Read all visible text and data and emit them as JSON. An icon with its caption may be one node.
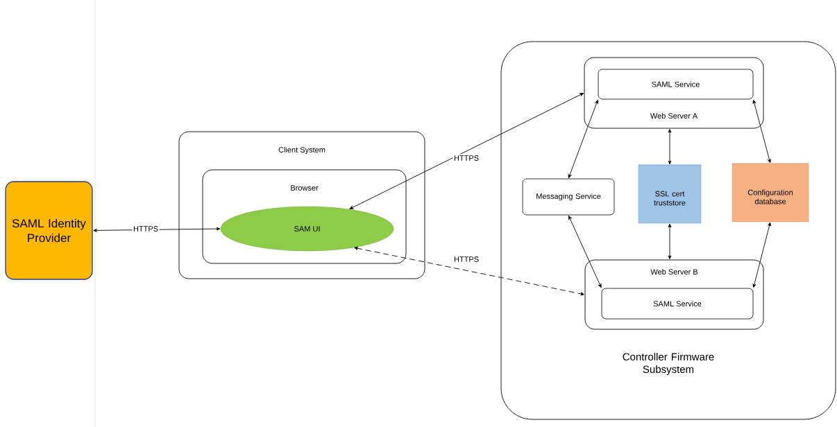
{
  "diagram": {
    "nodes": [
      {
        "text": [
          "SAML Identity Provider"
        ]
      },
      {
        "text": [
          "Client System"
        ]
      },
      {
        "text": [
          "Browser"
        ],
        "in": 1
      },
      {
        "text": [
          "SAM UI"
        ],
        "in": 2
      },
      {
        "text": [
          "Controller Firmware Subsystem"
        ]
      },
      {
        "text": [
          "Web Server A"
        ],
        "in": 4
      },
      {
        "text": [
          "SAML Service"
        ],
        "in": 5
      },
      {
        "text": [
          "Messaging Service"
        ],
        "in": 4
      },
      {
        "text": [
          "SSL cert truststore"
        ],
        "in": 4
      },
      {
        "text": [
          "Configuration database"
        ],
        "in": 4
      },
      {
        "text": [
          "Web Server B"
        ],
        "in": 4
      },
      {
        "text": [
          "SAML Service"
        ],
        "in": 10
      }
    ],
    "edges": [
      {
        "from": 0,
        "to": 3,
        "arrow": "both",
        "label": "HTTPS"
      },
      {
        "from": 3,
        "to": 5,
        "arrow": "both",
        "label": "HTTPS"
      },
      {
        "from": 3,
        "to": 10,
        "arrow": "both",
        "label": "HTTPS",
        "style": "dashed"
      },
      {
        "from": 6,
        "to": 7,
        "arrow": "both"
      },
      {
        "from": 5,
        "to": 8,
        "arrow": "both"
      },
      {
        "from": 6,
        "to": 9,
        "arrow": "both"
      },
      {
        "from": 7,
        "to": 11,
        "arrow": "both"
      },
      {
        "from": 8,
        "to": 10,
        "arrow": "both"
      },
      {
        "from": 9,
        "to": 11,
        "arrow": "both"
      }
    ]
  }
}
